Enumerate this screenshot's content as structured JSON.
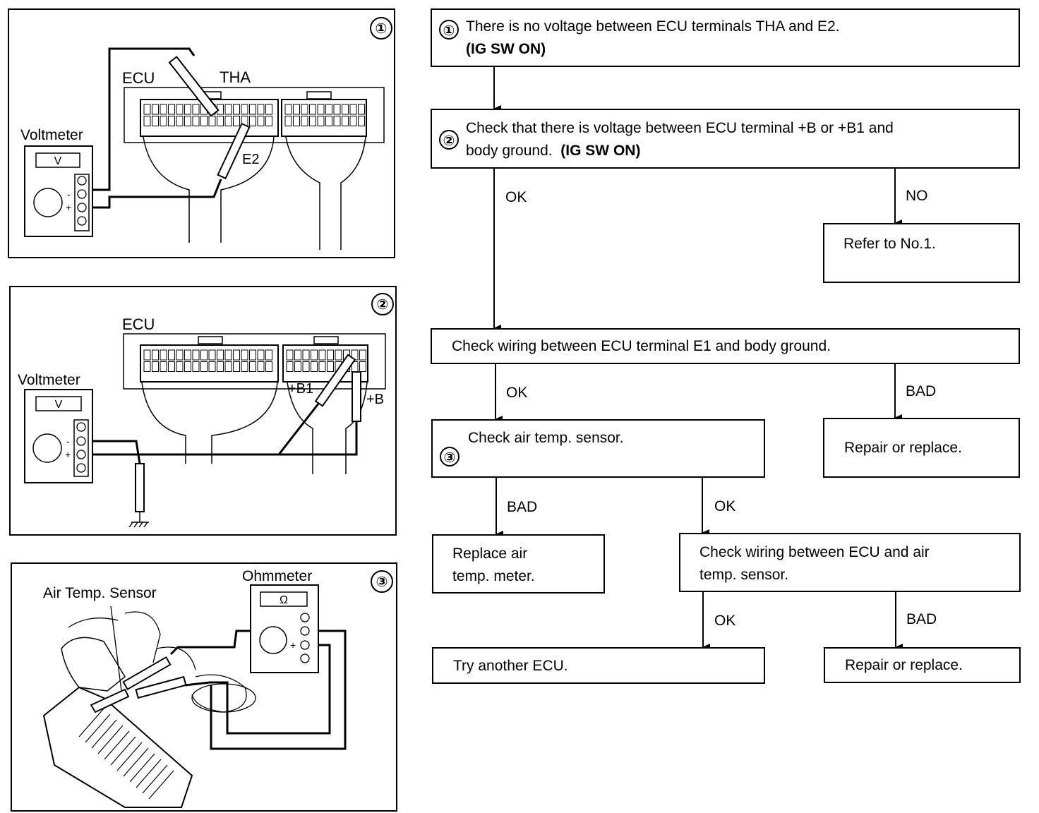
{
  "panel1": {
    "number": "①",
    "ecu_label": "ECU",
    "tha_label": "THA",
    "e2_label": "E2",
    "meter_label": "Voltmeter",
    "meter_unit": "V",
    "minus": "-",
    "plus": "+"
  },
  "panel2": {
    "number": "②",
    "ecu_label": "ECU",
    "meter_label": "Voltmeter",
    "meter_unit": "V",
    "b1_label": "+B1",
    "b_label": "+B",
    "minus": "-",
    "plus": "+"
  },
  "panel3": {
    "number": "③",
    "sensor_label": "Air Temp. Sensor",
    "meter_label": "Ohmmeter",
    "meter_unit": "Ω",
    "plus": "+"
  },
  "flow": {
    "step1": {
      "number": "①",
      "line1": "There is no voltage between ECU terminals THA and E2.",
      "line2": "(IG SW ON)"
    },
    "step2": {
      "number": "②",
      "line1": "Check that there is voltage between ECU terminal +B or +B1 and",
      "line2_a": "body ground.",
      "line2_b": "(IG SW ON)"
    },
    "ok1": "OK",
    "no1": "NO",
    "refer": "Refer to No.1.",
    "check_e1": "Check wiring between ECU terminal E1 and body ground.",
    "ok2": "OK",
    "bad2": "BAD",
    "step3": {
      "number": "③",
      "line1": "Check air temp. sensor."
    },
    "repair1": "Repair or replace.",
    "bad3": "BAD",
    "ok3": "OK",
    "replace_line1": "Replace air",
    "replace_line2": "temp. meter.",
    "check_wiring_line1": "Check wiring between ECU and air",
    "check_wiring_line2": "temp. sensor.",
    "ok4": "OK",
    "bad4": "BAD",
    "try_ecu": "Try another ECU.",
    "repair2": "Repair or replace."
  }
}
